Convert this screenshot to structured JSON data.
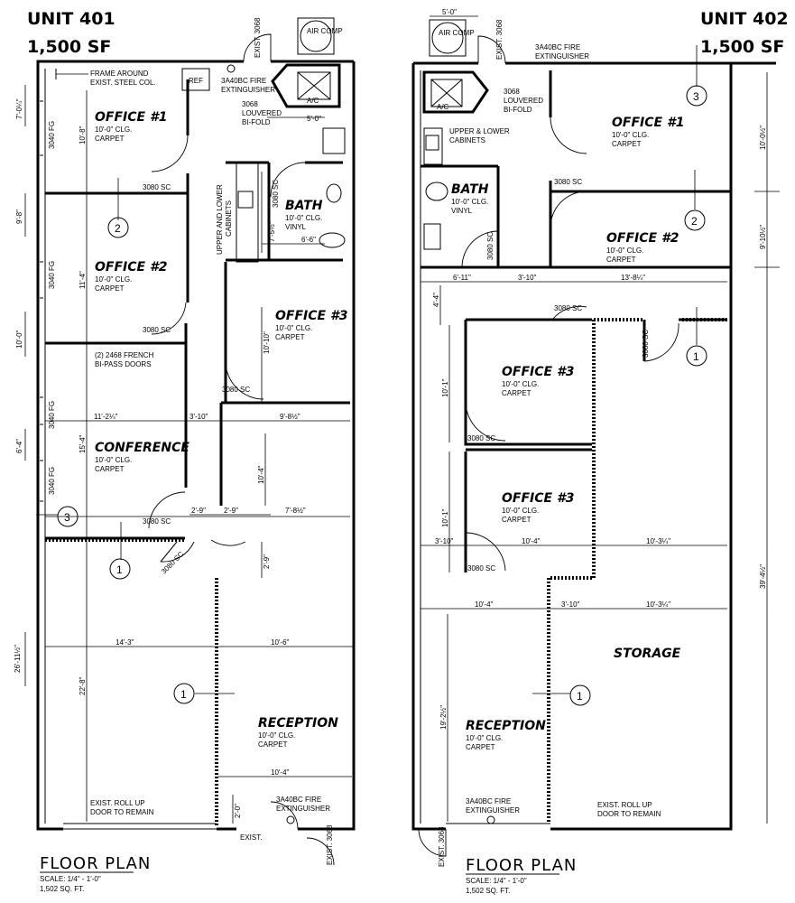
{
  "left": {
    "unit_title": "UNIT 401",
    "unit_area": "1,500 SF",
    "rooms": {
      "office1": {
        "name": "OFFICE #1",
        "ceiling": "10'-0\" CLG.",
        "floor": "CARPET"
      },
      "office2": {
        "name": "OFFICE #2",
        "ceiling": "10'-0\" CLG.",
        "floor": "CARPET"
      },
      "office3": {
        "name": "OFFICE #3",
        "ceiling": "10'-0\" CLG.",
        "floor": "CARPET"
      },
      "conference": {
        "name": "CONFERENCE",
        "ceiling": "10'-0\" CLG.",
        "floor": "CARPET"
      },
      "bath": {
        "name": "BATH",
        "ceiling": "10'-0\" CLG.",
        "floor": "VINYL"
      },
      "reception": {
        "name": "RECEPTION",
        "ceiling": "10'-0\" CLG.",
        "floor": "CARPET"
      }
    },
    "notes": {
      "frame": "FRAME AROUND",
      "frame2": "EXIST. STEEL COL.",
      "ref": "REF",
      "ext1a": "3A40BC FIRE",
      "ext1b": "EXTINGUISHER",
      "louv1": "3068",
      "louv2": "LOUVERED",
      "louv3": "BI-FOLD",
      "cab1": "UPPER AND LOWER",
      "cab2": "CABINETS",
      "french1": "(2) 2468 FRENCH",
      "french2": "BI-PASS DOORS",
      "rollup1": "EXIST. ROLL UP",
      "rollup2": "DOOR TO REMAIN",
      "ext2a": "3A40BC FIRE",
      "ext2b": "EXTINGUISHER",
      "exist_bottom": "EXIST.",
      "exist3068_top": "EXIST. 3068",
      "exist3068_bot": "EXIST. 3068",
      "aircomp": "AIR COMP",
      "ac": "A/C",
      "sc1": "3080 SC",
      "sc2": "3080 SC",
      "sc3": "3080 SC",
      "sc4": "3080 SC",
      "sc5": "3080 SC",
      "sc6": "3080 SC",
      "fg1": "3040 FG",
      "fg2": "3040 FG",
      "fg3": "3040 FG",
      "fg4": "3040 FG"
    },
    "dims": {
      "d_7_0": "7'-0¼\"",
      "d_10_8": "10'-8\"",
      "d_9_8": "9'-8\"",
      "d_11_4": "11'-4\"",
      "d_10_0": "10'-0\"",
      "d_6_4": "6'-4\"",
      "d_15_4": "15'-4\"",
      "d_11_2": "11'-2¼\"",
      "d_3_10": "3'-10\"",
      "d_9_8b": "9'-8½\"",
      "d_5_0": "5'-0\"",
      "d_7_5": "7'-5½\"",
      "d_6_6": "6'-6\"",
      "d_10_10": "10'-10\"",
      "d_10_4": "10'-4\"",
      "d_2_9a": "2'-9\"",
      "d_2_9b": "2'-9\"",
      "d_2_9c": "2'-9\"",
      "d_7_8": "7'-8½\"",
      "d_14_3": "14'-3\"",
      "d_10_6": "10'-6\"",
      "d_26_11": "26'-11½\"",
      "d_22_8": "22'-8\"",
      "d_10_4b": "10'-4\"",
      "d_2_0": "2'-0\""
    },
    "tags": [
      "1",
      "1",
      "2",
      "3"
    ],
    "footer": {
      "title": "FLOOR PLAN",
      "scale": "SCALE: 1/4\" - 1'-0\"",
      "area": "1,502 SQ. FT."
    }
  },
  "right": {
    "unit_title": "UNIT 402",
    "unit_area": "1,500 SF",
    "rooms": {
      "office1": {
        "name": "OFFICE #1",
        "ceiling": "10'-0\" CLG.",
        "floor": "CARPET"
      },
      "office2": {
        "name": "OFFICE #2",
        "ceiling": "10'-0\" CLG.",
        "floor": "CARPET"
      },
      "office3a": {
        "name": "OFFICE #3",
        "ceiling": "10'-0\" CLG.",
        "floor": "CARPET"
      },
      "office3b": {
        "name": "OFFICE #3",
        "ceiling": "10'-0\" CLG.",
        "floor": "CARPET"
      },
      "bath": {
        "name": "BATH",
        "ceiling": "10'-0\" CLG.",
        "floor": "VINYL"
      },
      "storage": {
        "name": "STORAGE"
      },
      "reception": {
        "name": "RECEPTION",
        "ceiling": "10'-0\" CLG.",
        "floor": "CARPET"
      }
    },
    "notes": {
      "ext1a": "3A40BC FIRE",
      "ext1b": "EXTINGUISHER",
      "louv1": "3068",
      "louv2": "LOUVERED",
      "louv3": "BI-FOLD",
      "cab1": "UPPER & LOWER",
      "cab2": "CABINETS",
      "rollup1": "EXIST. ROLL UP",
      "rollup2": "DOOR TO REMAIN",
      "ext2a": "3A40BC FIRE",
      "ext2b": "EXTINGUISHER",
      "exist3068_top": "EXIST. 3068",
      "exist3068_bot": "EXIST. 3068",
      "aircomp": "AIR COMP",
      "ac": "A/C",
      "sc1": "3080 SC",
      "sc2": "3080 SC",
      "sc3": "3080 SC",
      "sc4": "3080 SC",
      "sc5": "3080 SC",
      "sc6": "3080 SC"
    },
    "dims": {
      "d_5_0": "5'-0\"",
      "d_10_0": "10'-0½\"",
      "d_9_10": "9'-10½\"",
      "d_39_4": "39'-4½\"",
      "d_13_8": "13'-8¼\"",
      "d_6_11": "6'-11\"",
      "d_3_10": "3'-10\"",
      "d_4_4": "4'-4\"",
      "d_10_1a": "10'-1\"",
      "d_10_1b": "10'-1\"",
      "d_3_10b": "3'-10\"",
      "d_10_4": "10'-4\"",
      "d_10_3a": "10'-3¼\"",
      "d_10_4b": "10'-4\"",
      "d_3_10c": "3'-10\"",
      "d_10_3b": "10'-3¼\"",
      "d_19_2": "19'-2½\""
    },
    "tags": [
      "3",
      "2",
      "1",
      "1"
    ],
    "footer": {
      "title": "FLOOR PLAN",
      "scale": "SCALE: 1/4\" - 1'-0\"",
      "area": "1,502 SQ. FT."
    }
  }
}
